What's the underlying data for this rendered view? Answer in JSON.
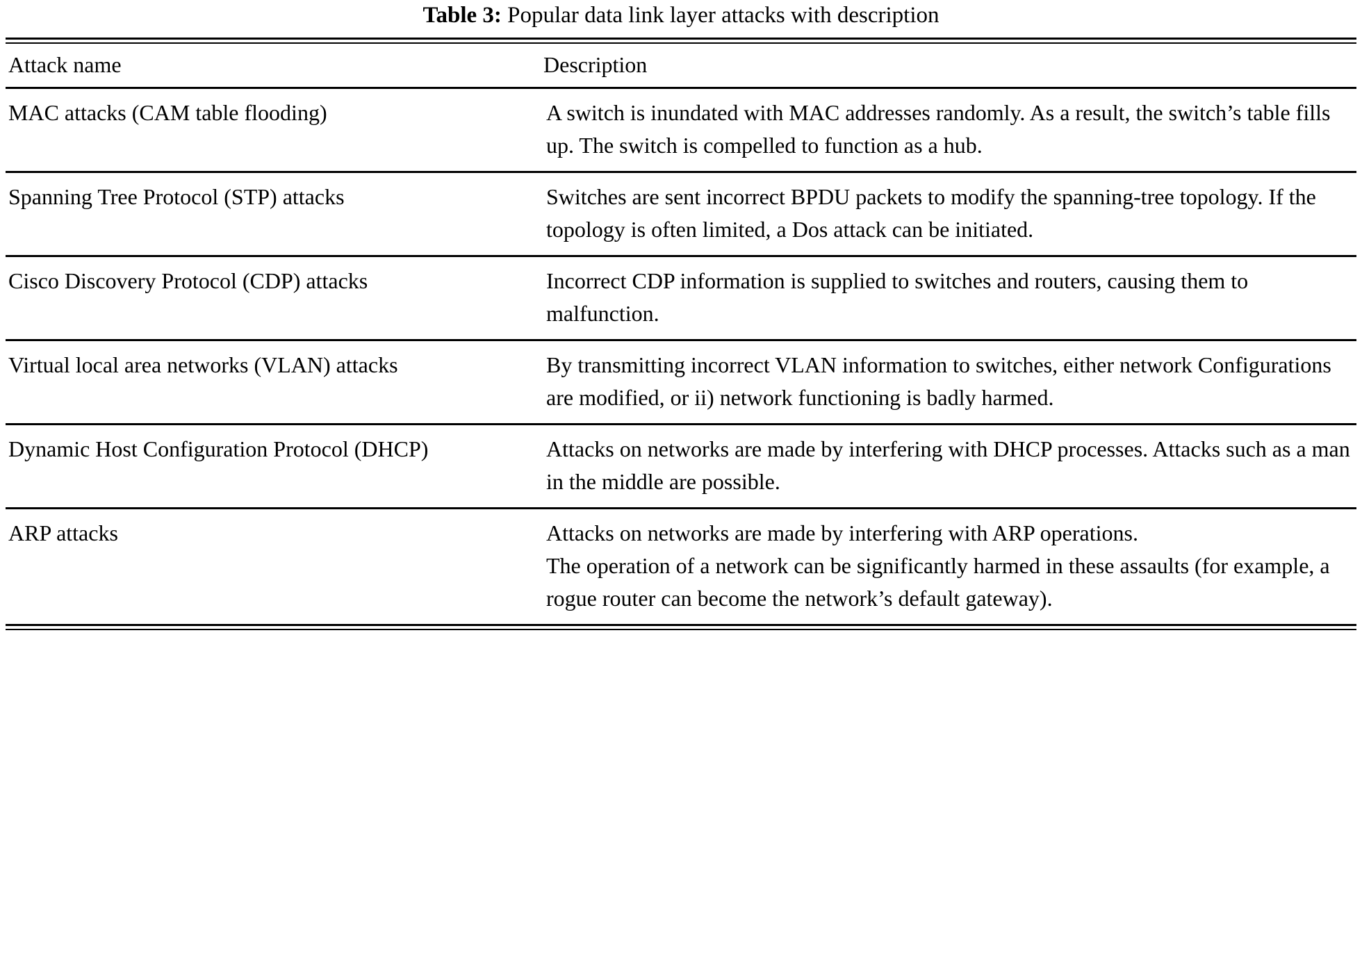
{
  "caption": {
    "label": "Table 3:",
    "text": "Popular data link layer attacks with description"
  },
  "columns": [
    {
      "key": "attack_name",
      "header": "Attack name"
    },
    {
      "key": "description",
      "header": "Description"
    }
  ],
  "rows": [
    {
      "attack_name": "MAC attacks (CAM table flooding)",
      "description": "A switch is inundated with MAC addresses randomly. As a result, the switch’s table fills up. The switch is compelled to function as a hub."
    },
    {
      "attack_name": "Spanning Tree Protocol (STP) attacks",
      "description": "Switches are sent incorrect BPDU packets to modify the spanning-tree topology. If the topology is often limited, a Dos attack can be initiated."
    },
    {
      "attack_name": "Cisco Discovery Protocol (CDP) attacks",
      "description": "Incorrect CDP information is supplied to switches and routers, causing them to malfunction."
    },
    {
      "attack_name": "Virtual local area networks (VLAN) attacks",
      "description": "By transmitting incorrect VLAN information to switches, either network Configurations are modified, or ii) network functioning is badly harmed."
    },
    {
      "attack_name": "Dynamic Host Configuration Protocol (DHCP)",
      "description": "Attacks on networks are made by interfering with DHCP processes. Attacks such as a man in the middle are possible."
    },
    {
      "attack_name": "ARP attacks",
      "description_paragraphs": [
        "Attacks on networks are made by interfering with ARP operations.",
        "The operation of a network can be significantly harmed in these assaults (for example, a rogue router can become the network’s default gateway)."
      ]
    }
  ]
}
